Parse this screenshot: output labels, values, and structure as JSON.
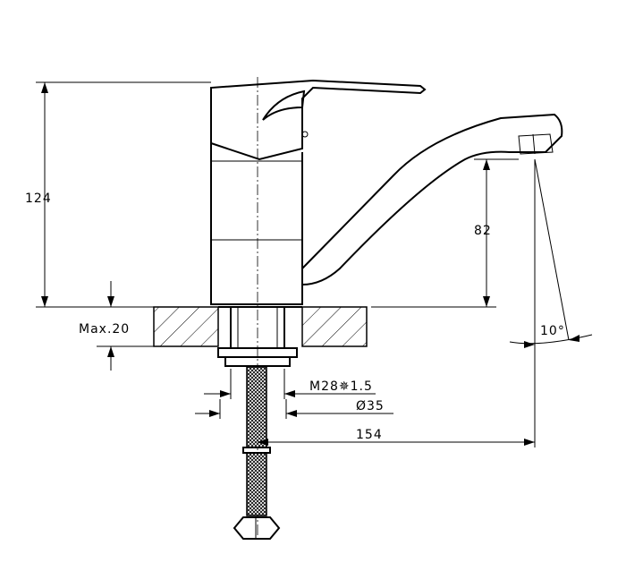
{
  "dimensions": {
    "height_total": "124",
    "spout_height": "82",
    "max_thickness": "Max.20",
    "thread": "M28✵1.5",
    "diameter": "Ø35",
    "spout_reach": "154",
    "swivel_angle": "10°"
  },
  "colors": {
    "line": "#000000",
    "background": "#ffffff"
  }
}
